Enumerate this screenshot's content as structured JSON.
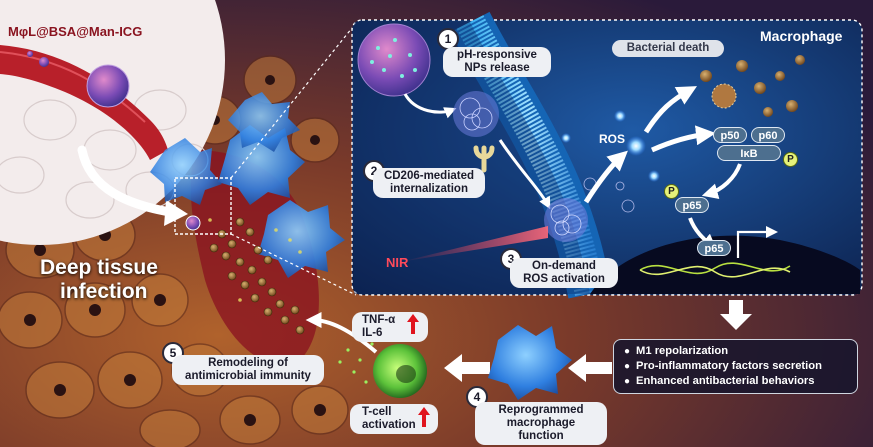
{
  "nanoparticle_label": "MφL@BSA@Man-ICG",
  "tissue_label": {
    "line1": "Deep tissue",
    "line2": "infection"
  },
  "panel_title": "Macrophage",
  "steps": [
    {
      "number": "1",
      "line1": "pH-responsive",
      "line2": "NPs release"
    },
    {
      "number": "2",
      "line1": "CD206-mediated",
      "line2": "internalization"
    },
    {
      "number": "3",
      "line1": "On-demand",
      "line2": "ROS activation"
    },
    {
      "number": "4",
      "line1": "Reprogrammed",
      "line2": "macrophage function"
    },
    {
      "number": "5",
      "line1": "Remodeling of",
      "line2": "antimicrobial immunity"
    }
  ],
  "nir_label": "NIR",
  "ros_label": "ROS",
  "bacterial_death_label": "Bacterial death",
  "pathway": {
    "p50": "p50",
    "p60": "p60",
    "ikb": "IκB",
    "p65_top": "p65",
    "p65_nucleus": "p65",
    "phospho": "P"
  },
  "outcomes": [
    "M1 repolarization",
    "Pro-inflammatory factors secretion",
    "Enhanced antibacterial behaviors"
  ],
  "cytokines": {
    "line1": "TNF-α",
    "line2": "IL-6"
  },
  "tcell": {
    "line1": "T-cell",
    "line2": "activation"
  },
  "colors": {
    "title_red": "#8a1420",
    "up_arrow": "#e0141e",
    "panel_bg": "#163a6e",
    "nir": "#ff4a5a"
  }
}
